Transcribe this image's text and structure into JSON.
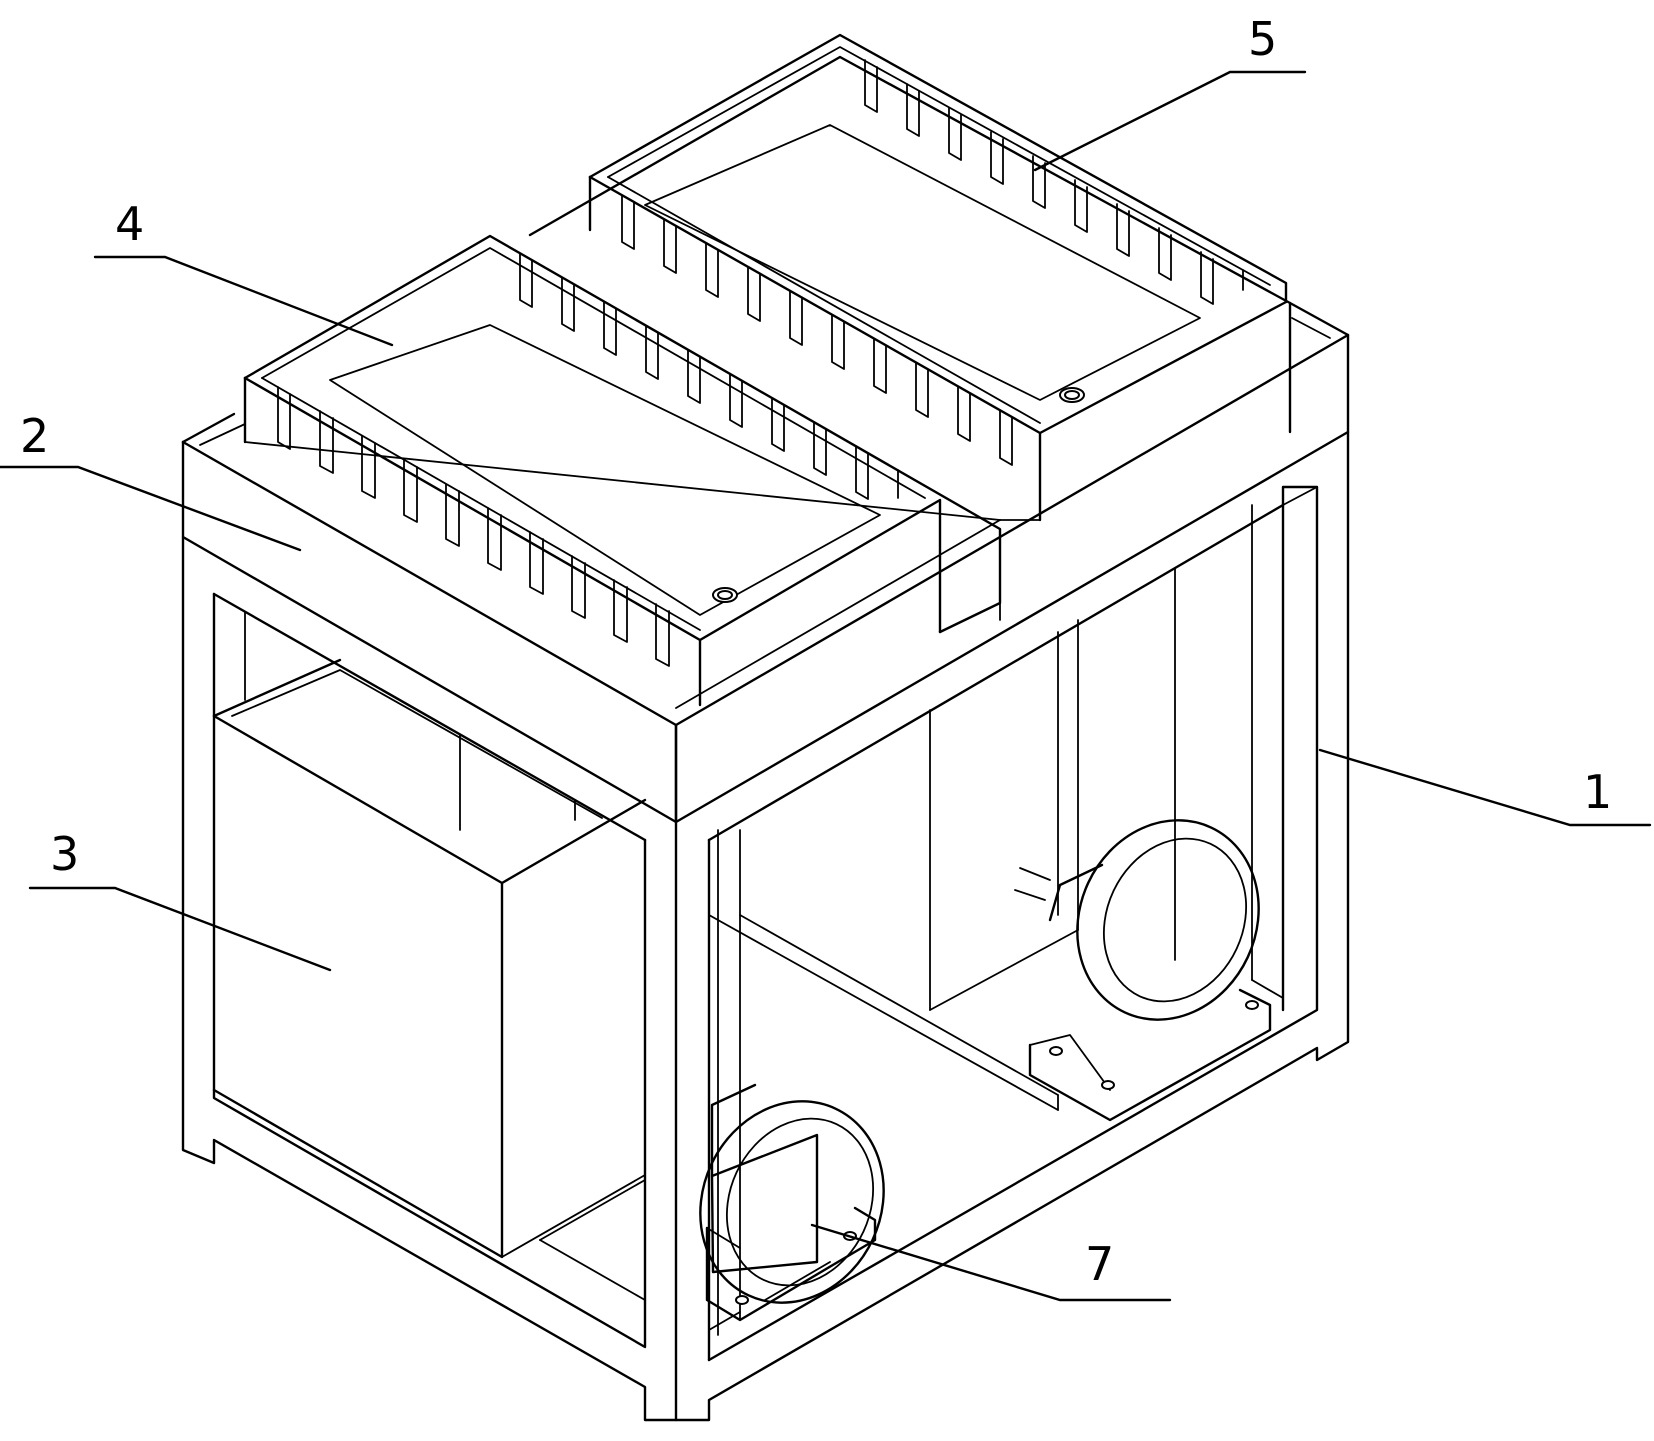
{
  "drawing": {
    "line_color": "#000000",
    "background": "#ffffff"
  },
  "labels": [
    {
      "id": "frame",
      "text": "1"
    },
    {
      "id": "upper-housing",
      "text": "2"
    },
    {
      "id": "lower-box",
      "text": "3"
    },
    {
      "id": "left-tray",
      "text": "4"
    },
    {
      "id": "right-tray",
      "text": "5"
    },
    {
      "id": "motor",
      "text": "7"
    }
  ]
}
